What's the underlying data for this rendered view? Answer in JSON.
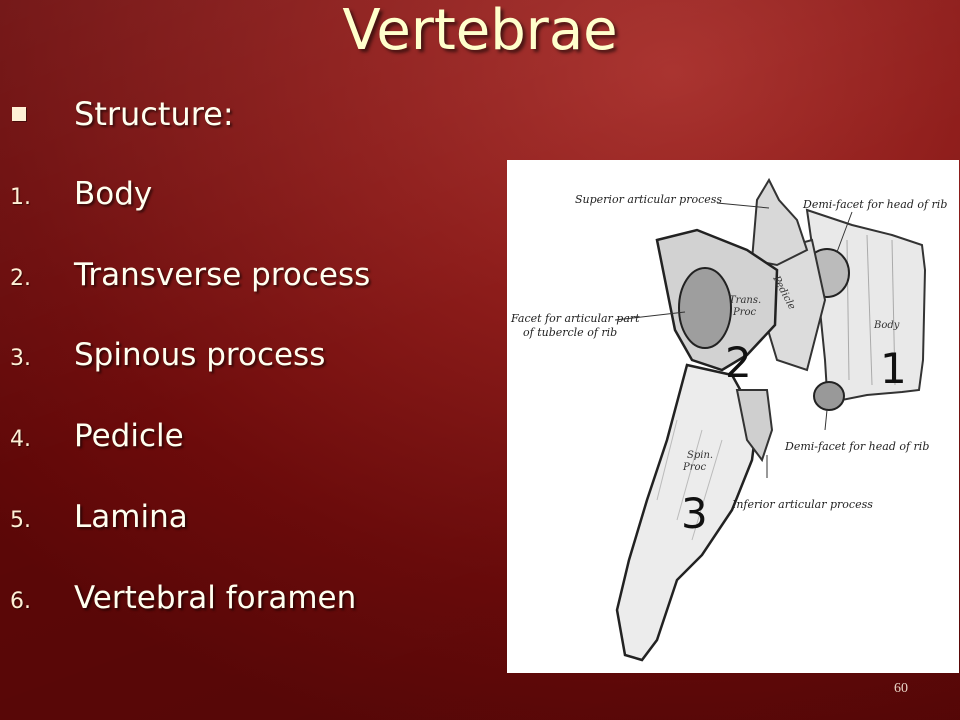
{
  "slide": {
    "title": "Vertebrae",
    "lead": "Structure:",
    "items": [
      {
        "num": "1.",
        "text": "Body"
      },
      {
        "num": "2.",
        "text": "Transverse process"
      },
      {
        "num": "3.",
        "text": "Spinous process"
      },
      {
        "num": "4.",
        "text": "Pedicle"
      },
      {
        "num": "5.",
        "text": "Lamina"
      },
      {
        "num": "6.",
        "text": "Vertebral foramen"
      }
    ],
    "page_number": "60"
  },
  "figure": {
    "labels": {
      "superior_articular": "Superior articular process",
      "demi_facet_top": "Demi-facet for head of rib",
      "facet_line1": "Facet for articular part",
      "facet_line2": "of tubercle of rib",
      "trans": "Trans.",
      "proc1": "Proc",
      "pedicle": "Pedicle",
      "body": "Body",
      "demi_facet_bottom": "Demi-facet for head of rib",
      "spin": "Spin.",
      "proc2": "Proc",
      "inferior_articular": "Inferior articular process"
    },
    "markers": {
      "one": "1",
      "two": "2",
      "three": "3"
    }
  },
  "colors": {
    "background": "#8e1d1b",
    "title": "#ffffcc",
    "text": "#fffff0"
  }
}
